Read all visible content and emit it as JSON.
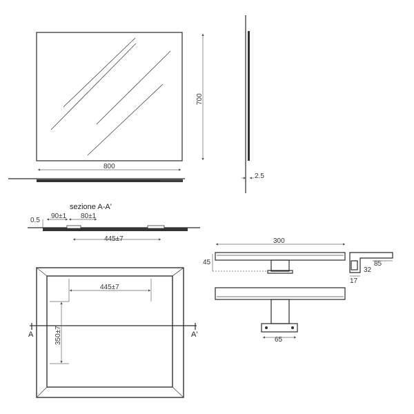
{
  "drawing": {
    "section_title": "sezione A-A'",
    "section_marker_left": "A",
    "section_marker_right": "A'",
    "mirror": {
      "width_label": "800",
      "height_label": "700",
      "thickness_label": "2.5"
    },
    "section": {
      "edge_label": "0.5",
      "dim_90": "90±1",
      "dim_80": "80±1",
      "dim_445": "445±7"
    },
    "back_view": {
      "dim_445": "445±7",
      "dim_350": "350±7"
    },
    "lamp": {
      "length_label": "300",
      "height_label": "45",
      "depth_label": "85",
      "arm_label": "32",
      "edge_label": "17",
      "base_label": "65"
    }
  },
  "colors": {
    "line": "#2a2a2a",
    "dimension": "#666666",
    "background": "#ffffff"
  }
}
